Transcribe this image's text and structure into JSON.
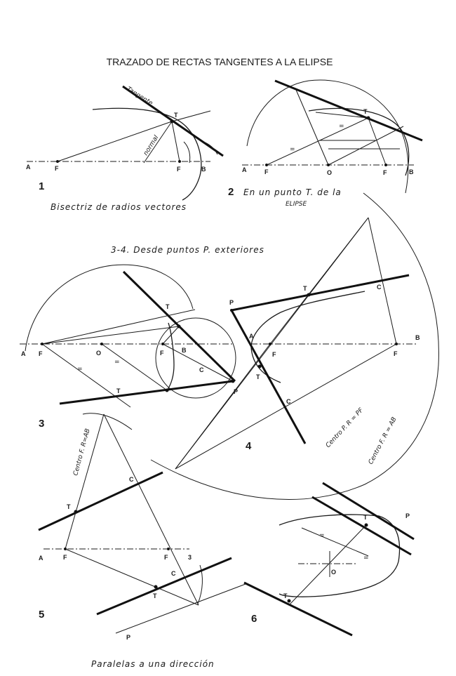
{
  "title": "TRAZADO DE RECTAS TANGENTES A LA ELIPSE",
  "fig1": {
    "number": "1",
    "label_A": "A",
    "label_F1": "F",
    "label_F2": "F",
    "label_B": "B",
    "label_T": "T",
    "tangent_label": "Tangente",
    "normal_label": "normal",
    "caption": "Bisectriz de radios vectores"
  },
  "fig2": {
    "number": "2",
    "label_A": "A",
    "label_F1": "F",
    "label_O": "O",
    "label_F2": "F",
    "label_B": "B",
    "label_T": "T",
    "caption_line1": "En un punto T. de la",
    "caption_line2": "ELIPSE"
  },
  "section34": {
    "caption": "3-4. Desde puntos P. exteriores"
  },
  "fig3": {
    "number": "3",
    "label_A": "A",
    "label_F1": "F",
    "label_O": "O",
    "label_F2": "F",
    "label_B": "B",
    "label_T1": "T",
    "label_T2": "T",
    "label_C": "C",
    "label_P": "P"
  },
  "fig4": {
    "number": "4",
    "label_P": "P",
    "label_T1": "T",
    "label_T2": "T",
    "label_A": "A",
    "label_F1": "F",
    "label_F2": "F",
    "label_B": "B",
    "label_C1": "C",
    "label_C2": "C",
    "center_P": "Centro P. R = PF",
    "center_F": "Centro F. R = AB"
  },
  "fig5": {
    "number": "5",
    "label_A": "A",
    "label_F1": "F",
    "label_F2": "F",
    "label_B": "3",
    "label_T1": "T",
    "label_T2": "T",
    "label_C1": "C",
    "label_C2": "C",
    "label_P": "P",
    "center_F": "Centro F. R=AB"
  },
  "fig6": {
    "number": "6",
    "label_T1": "T",
    "label_T2": "T",
    "label_O": "O",
    "label_P": "P"
  },
  "section56": {
    "caption": "Paralelas a una dirección"
  }
}
